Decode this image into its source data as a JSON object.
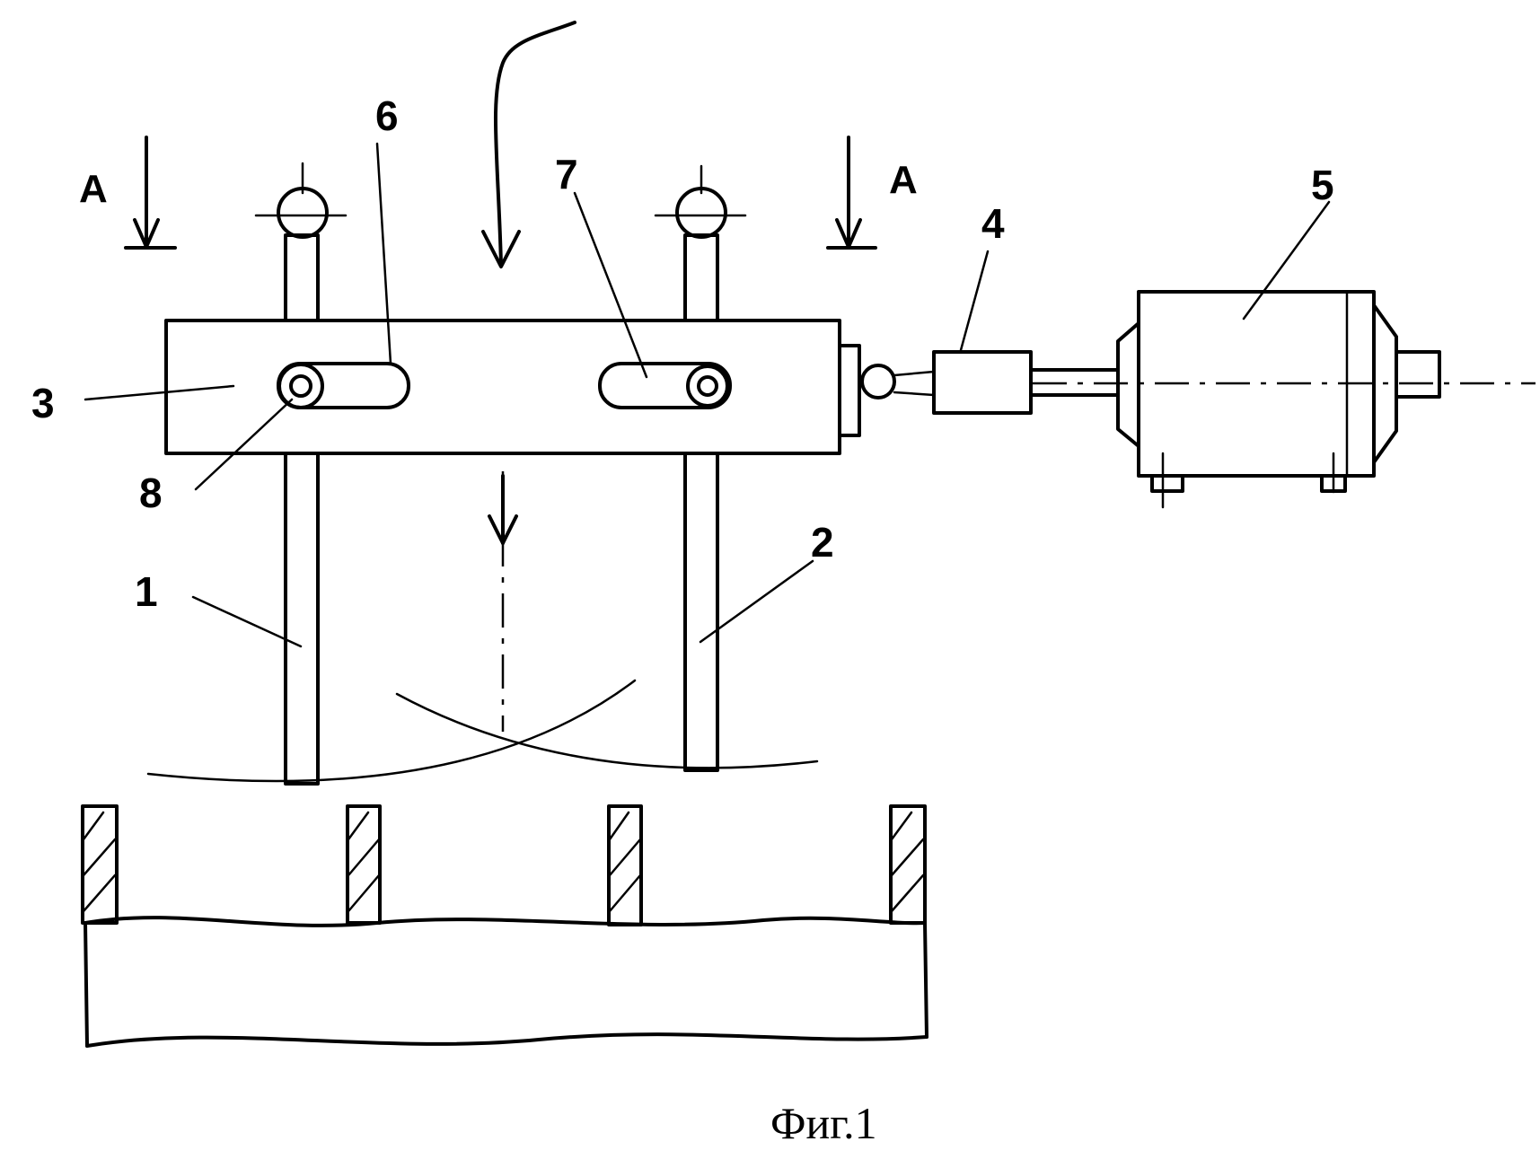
{
  "figure": {
    "caption": "Фиг.1",
    "section_mark_left": "А",
    "section_mark_right": "А"
  },
  "labels": {
    "post_1": "1",
    "post_2": "2",
    "crossbar_3": "3",
    "coupling_4": "4",
    "motor_5": "5",
    "slot_6": "6",
    "slot_7": "7",
    "pin_8": "8"
  },
  "colors": {
    "ink": "#000000",
    "paper": "#ffffff"
  }
}
